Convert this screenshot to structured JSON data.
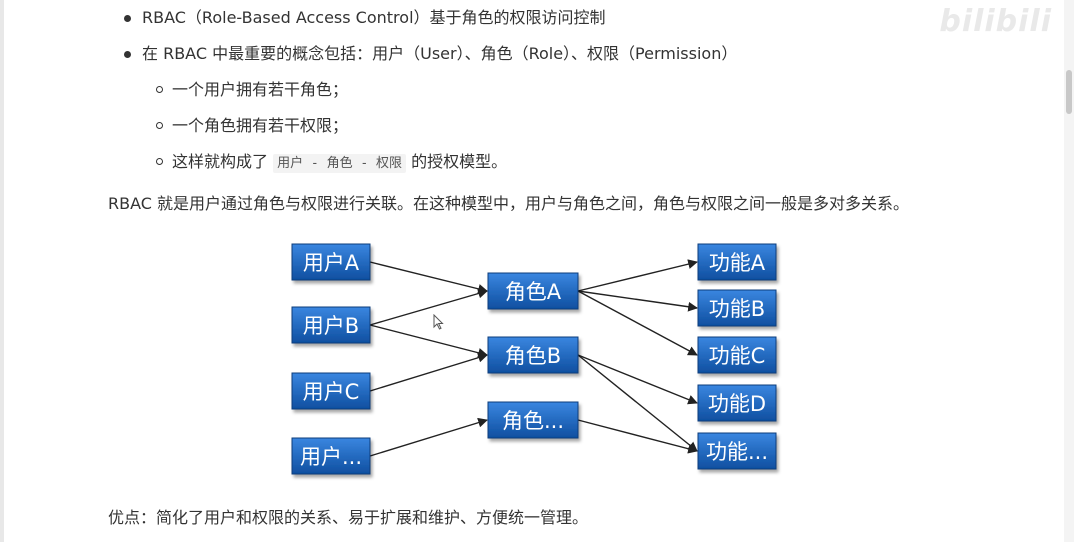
{
  "watermark": "bilibili",
  "bullets": [
    {
      "text": "RBAC（Role-Based Access Control）基于角色的权限访问控制"
    },
    {
      "text": "在 RBAC 中最重要的概念包括：用户（User）、角色（Role）、权限（Permission）"
    }
  ],
  "sub_bullets": [
    {
      "text": "一个用户拥有若干角色；"
    },
    {
      "text": "一个角色拥有若干权限；"
    },
    {
      "prefix": "这样就构成了 ",
      "code": "用户 - 角色 - 权限",
      "suffix": " 的授权模型。"
    }
  ],
  "paragraph1": "RBAC 就是用户通过角色与权限进行关联。在这种模型中，用户与角色之间，角色与权限之间一般是多对多关系。",
  "paragraph2": "优点：简化了用户和权限的关系、易于扩展和维护、方便统一管理。",
  "diagram": {
    "box_color": "#1a5fb4",
    "users": [
      "用户A",
      "用户B",
      "用户C",
      "用户..."
    ],
    "roles": [
      "角色A",
      "角色B",
      "角色..."
    ],
    "functions": [
      "功能A",
      "功能B",
      "功能C",
      "功能D",
      "功能..."
    ],
    "edges": [
      [
        "用户A",
        "角色A"
      ],
      [
        "用户B",
        "角色A"
      ],
      [
        "用户B",
        "角色B"
      ],
      [
        "用户C",
        "角色B"
      ],
      [
        "用户...",
        "角色..."
      ],
      [
        "角色A",
        "功能A"
      ],
      [
        "角色A",
        "功能B"
      ],
      [
        "角色A",
        "功能C"
      ],
      [
        "角色B",
        "功能D"
      ],
      [
        "角色B",
        "功能..."
      ],
      [
        "角色...",
        "功能..."
      ]
    ]
  }
}
